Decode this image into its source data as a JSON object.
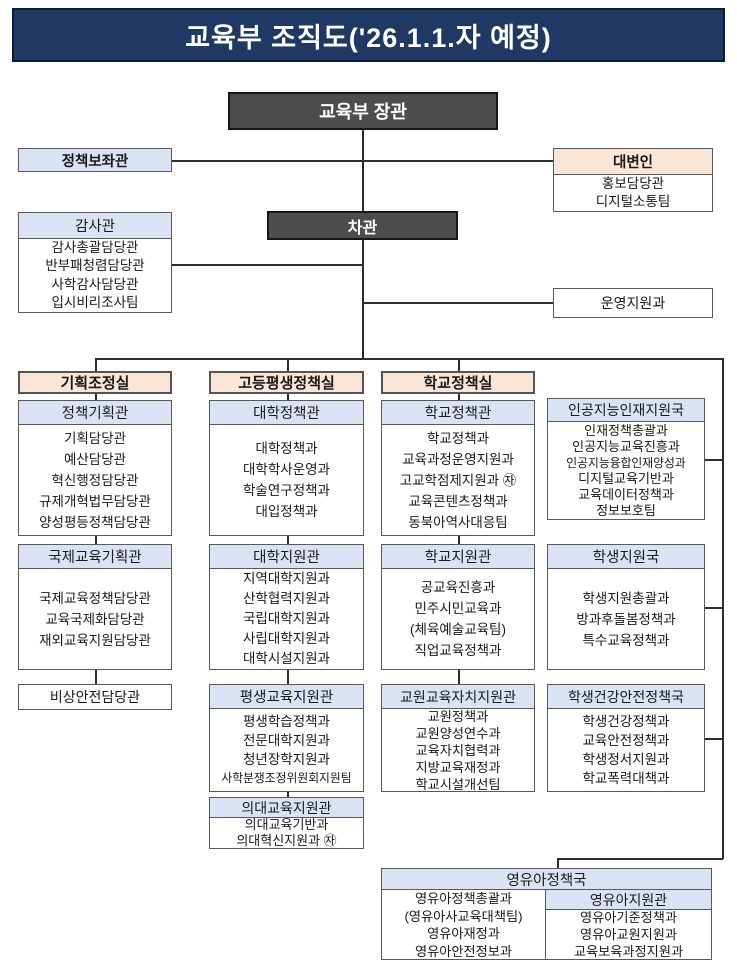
{
  "title": "교육부 조직도('26.1.1.자 예정)",
  "colors": {
    "title_navy": "#1f3864",
    "executive_gray": "#4d4d4d",
    "division_peach": "#fbe5d6",
    "office_blue": "#dae3f3",
    "line": "#2e2e2e"
  },
  "top": {
    "minister": "교육부 장관",
    "vice_minister": "차관",
    "policy_advisor": "정책보좌관",
    "spokesperson": {
      "name": "대변인",
      "items": [
        "홍보담당관",
        "디지털소통팀"
      ]
    },
    "audit": {
      "name": "감사관",
      "items": [
        "감사총괄담당관",
        "반부패청렴담당관",
        "사학감사담당관",
        "입시비리조사팀"
      ]
    },
    "operation_support": "운영지원과"
  },
  "columns": {
    "planning": {
      "name": "기획조정실",
      "offices": [
        {
          "name": "정책기획관",
          "items": [
            "기획담당관",
            "예산담당관",
            "혁신행정담당관",
            "규제개혁법무담당관",
            "양성평등정책담당관"
          ]
        },
        {
          "name": "국제교육기획관",
          "items": [
            "국제교육정책담당관",
            "교육국제화담당관",
            "재외교육지원담당관"
          ]
        }
      ],
      "standalone": "비상안전담당관"
    },
    "higher_lifelong": {
      "name": "고등평생정책실",
      "offices": [
        {
          "name": "대학정책관",
          "items": [
            "대학정책과",
            "대학학사운영과",
            "학술연구정책과",
            "대입정책과"
          ]
        },
        {
          "name": "대학지원관",
          "items": [
            "지역대학지원과",
            "산학협력지원과",
            "국립대학지원과",
            "사립대학지원과",
            "대학시설지원과"
          ]
        },
        {
          "name": "평생교육지원관",
          "items": [
            "평생학습정책과",
            "전문대학지원과",
            "청년장학지원과",
            "사학분쟁조정위원회지원팀"
          ]
        },
        {
          "name": "의대교육지원관",
          "items": [
            "의대교육기반과",
            "의대혁신지원과 ㉶"
          ]
        }
      ]
    },
    "school_policy": {
      "name": "학교정책실",
      "offices": [
        {
          "name": "학교정책관",
          "items": [
            "학교정책과",
            "교육과정운영지원과",
            "고교학점제지원과 ㉶",
            "교육콘텐츠정책과",
            "동북아역사대응팀"
          ]
        },
        {
          "name": "학교지원관",
          "items": [
            "공교육진흥과",
            "민주시민교육과",
            "(체육예술교육팀)",
            "직업교육정책과"
          ]
        },
        {
          "name": "교원교육자치지원관",
          "items": [
            "교원정책과",
            "교원양성연수과",
            "교육자치협력과",
            "지방교육재정과",
            "학교시설개선팀"
          ]
        }
      ]
    },
    "bureaus": [
      {
        "name": "인공지능인재지원국",
        "items": [
          "인재정책총괄과",
          "인공지능교육진흥과",
          "인공지능융합인재양성과",
          "디지털교육기반과",
          "교육데이터정책과",
          "정보보호팀"
        ]
      },
      {
        "name": "학생지원국",
        "items": [
          "학생지원총괄과",
          "방과후돌봄정책과",
          "특수교육정책과"
        ]
      },
      {
        "name": "학생건강안전정책국",
        "items": [
          "학생건강정책과",
          "교육안전정책과",
          "학생정서지원과",
          "학교폭력대책과"
        ]
      }
    ],
    "early_childhood": {
      "name": "영유아정책국",
      "left_items": [
        "영유아정책총괄과",
        "(영유아사교육대책팀)",
        "영유아재정과",
        "영유아안전정보과"
      ],
      "sub_office": {
        "name": "영유아지원관",
        "items": [
          "영유아기준정책과",
          "영유아교원지원과",
          "교육보육과정지원과"
        ]
      }
    }
  }
}
